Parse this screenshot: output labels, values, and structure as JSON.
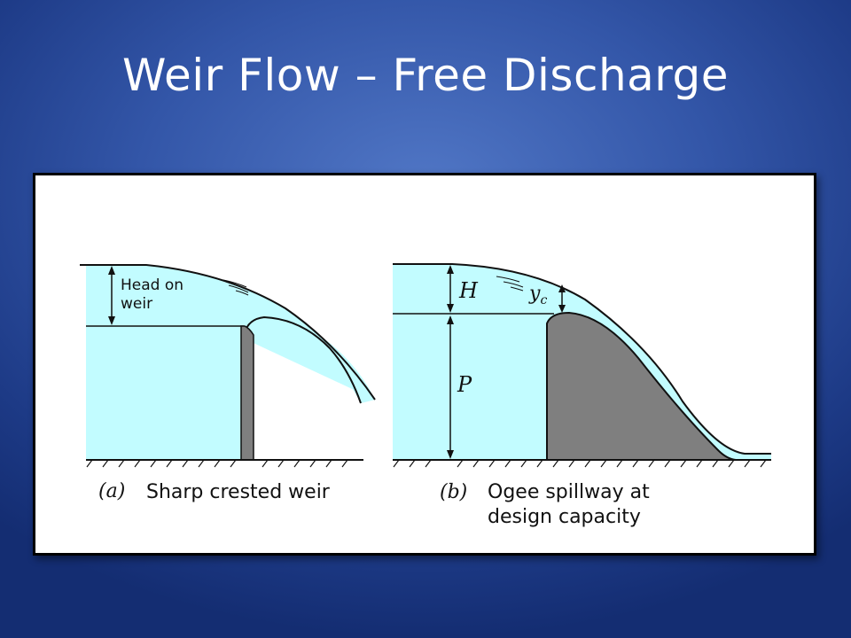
{
  "slide": {
    "title": "Weir Flow – Free Discharge"
  },
  "diagram_a": {
    "head_label_line1": "Head on",
    "head_label_line2": "weir",
    "caption_letter": "(a)",
    "caption_text": "Sharp crested weir"
  },
  "diagram_b": {
    "H_label": "H",
    "yc_main": "y",
    "yc_sub": "c",
    "P_label": "P",
    "caption_letter": "(b)",
    "caption_line1": "Ogee spillway at",
    "caption_line2": "design capacity"
  },
  "colors": {
    "water": "#c2fcff",
    "weir": "#7f7f7f",
    "outline": "#111111"
  }
}
